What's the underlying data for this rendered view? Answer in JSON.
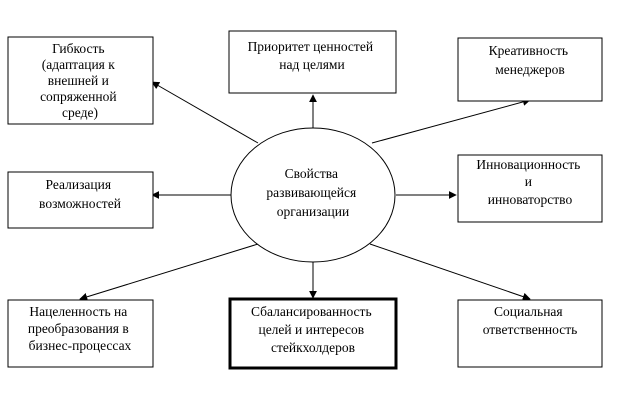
{
  "center": {
    "lines": [
      "Свойства",
      "развивающейся",
      "организации"
    ]
  },
  "nodes": [
    {
      "id": "flexibility",
      "lines": [
        "Гибкость",
        "(адаптация к",
        "внешней и",
        "сопряженной",
        "среде)"
      ],
      "emphasized": false
    },
    {
      "id": "values-priority",
      "lines": [
        "Приоритет ценностей",
        "над целями"
      ],
      "emphasized": false
    },
    {
      "id": "creativity",
      "lines": [
        "Креативность",
        "менеджеров"
      ],
      "emphasized": false
    },
    {
      "id": "realization",
      "lines": [
        "Реализация",
        "возможностей"
      ],
      "emphasized": false
    },
    {
      "id": "innovation",
      "lines": [
        "Инновационность",
        "и",
        "инноваторство"
      ],
      "emphasized": false
    },
    {
      "id": "transformation-focus",
      "lines": [
        "Нацеленность на",
        "преобразования в",
        "бизнес-процессах"
      ],
      "emphasized": false
    },
    {
      "id": "balance",
      "lines": [
        "Сбалансированность",
        "целей и интересов",
        "стейкхолдеров"
      ],
      "emphasized": true
    },
    {
      "id": "social-responsibility",
      "lines": [
        "Социальная",
        "ответственность"
      ],
      "emphasized": false
    }
  ]
}
